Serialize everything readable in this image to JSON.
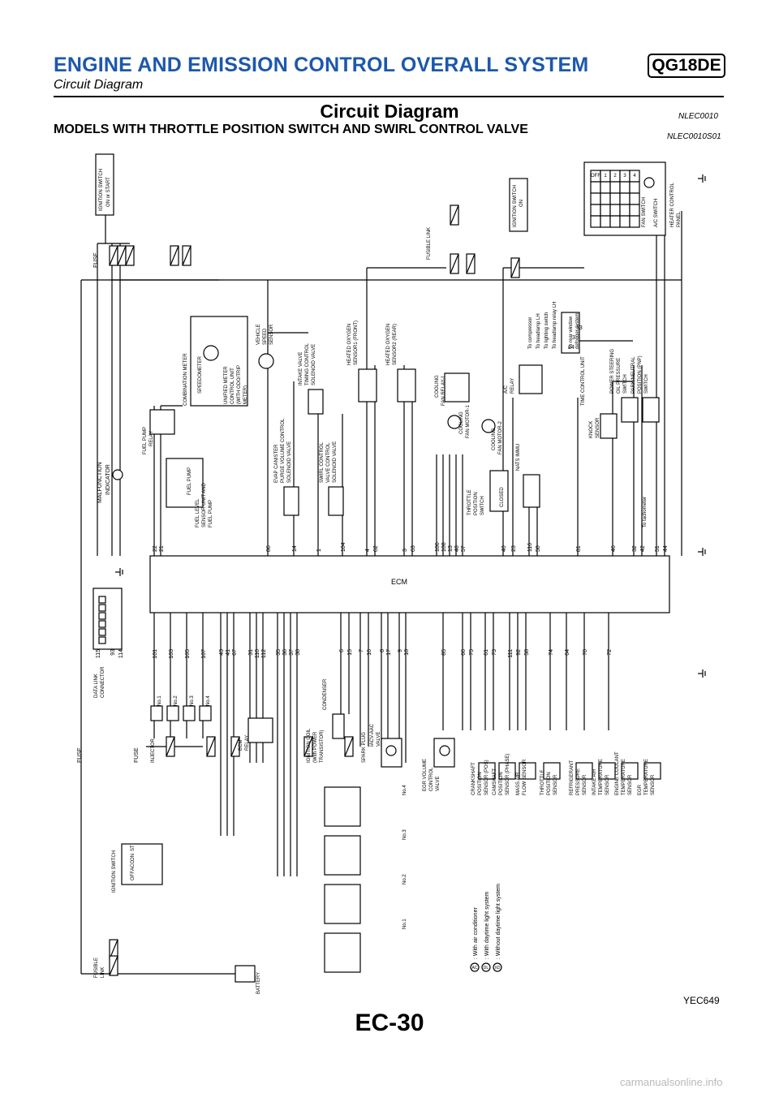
{
  "header": {
    "title": "ENGINE AND EMISSION CONTROL OVERALL SYSTEM",
    "engine_badge": "QG18DE",
    "subtitle": "Circuit Diagram"
  },
  "section": {
    "title": "Circuit Diagram",
    "code": "NLEC0010",
    "subsection_title": "MODELS WITH THROTTLE POSITION SWITCH AND SWIRL CONTROL VALVE",
    "subsection_code": "NLEC0010S01"
  },
  "diagram": {
    "figure_code": "YEC649",
    "ecm_label": "ECM",
    "right_labels": [
      "IGNITION SWITCH ON or START",
      "FUSE",
      "MALFUNCTION INDICATOR",
      "FUEL PUMP RELAY",
      "FUEL PUMP",
      "FUEL LEVEL SENSOR UNIT AND FUEL PUMP",
      "COMBINATION METER",
      "SPEEDOMETER",
      "UNIFIED METER CONTROL UNIT (WITH ODO/TRIP METER)",
      "VEHICLE SPEED SENSOR",
      "EVAP CANISTER PURGE VOLUME CONTROL SOLENOID VALVE",
      "INTAKE VALVE TIMING CONTROL SOLENOID VALVE",
      "SWIRL CONTROL VALVE CONTROL SOLENOID VALVE",
      "HEATED OXYGEN SENSOR 1 (FRONT)",
      "HEATED OXYGEN SENSOR 2 (REAR)",
      "FUSIBLE LINK",
      "COOLING FAN RELAY-1",
      "COOLING FAN MOTOR-1",
      "COOLING FAN MOTOR-2",
      "THROTTLE POSITION SWITCH",
      "CLOSED",
      "IGNITION SWITCH ON",
      "A/C RELAY",
      "NATS IMMU",
      "To compressor",
      "To headlamp LH",
      "To lighting switch",
      "To headlamp relay LH",
      "To rear window defogger system",
      "TIME CONTROL UNIT",
      "KNOCK SENSOR",
      "POWER STEERING OIL PRESSURE SWITCH",
      "PARK/NEUTRAL POSITION (PNP) SWITCH",
      "To tachometer",
      "FAN SWITCH",
      "A/C SWITCH",
      "HEATER CONTROL PANEL"
    ],
    "left_labels": [
      "DATA LINK CONNECTOR",
      "INJECTOR",
      "No.1",
      "No.2",
      "No.3",
      "No.4",
      "ECM RELAY",
      "CONDENSER",
      "IGNITION COIL (With POWER TRANSISTOR)",
      "SPARK PLUG",
      "IACV-AAC VALVE",
      "EGR VOLUME CONTROL VALVE",
      "CRANKSHAFT POSITION SENSOR (POS)",
      "CAMSHAFT POSITION SENSOR (PHASE)",
      "MASS AIR FLOW SENSOR",
      "THROTTLE POSITION SENSOR",
      "REFRIGERANT PRESSURE SENSOR",
      "INTAKE AIR TEMPERATURE SENSOR",
      "ENGINE COOLANT TEMPERATURE SENSOR",
      "EGR TEMPERATURE SENSOR",
      "IGNITION SWITCH",
      "FUSIBLE LINK",
      "BATTERY"
    ],
    "top_pins": [
      "22",
      "21",
      "86",
      "14",
      "1",
      "104",
      "4",
      "62",
      "3",
      "63",
      "106",
      "108",
      "13",
      "48",
      "57",
      "40",
      "23",
      "116",
      "50",
      "81",
      "46",
      "32",
      "42",
      "51",
      "44"
    ],
    "bottom_pins": [
      "115",
      "93",
      "114",
      "101",
      "103",
      "105",
      "107",
      "43",
      "41",
      "67",
      "31",
      "110",
      "112",
      "35",
      "36",
      "37",
      "38",
      "6",
      "15",
      "7",
      "16",
      "8",
      "17",
      "9",
      "18",
      "85",
      "66",
      "75",
      "61",
      "73",
      "111",
      "92",
      "58",
      "74",
      "64",
      "70",
      "72"
    ],
    "legend": [
      {
        "code": "AC",
        "text": ": With air conditioner"
      },
      {
        "code": "DL",
        "text": ": With daytime light system"
      },
      {
        "code": "XD",
        "text": ": Without daytime light system"
      }
    ],
    "ignition_switch_cols": [
      "OFF",
      "ACC",
      "ON",
      "ST"
    ],
    "fan_switch_cols": [
      "OFF",
      "1",
      "2",
      "3",
      "4"
    ],
    "time_control_pins": [
      "14",
      "3",
      "13"
    ]
  },
  "footer": {
    "page_number": "EC-30",
    "watermark": "carmanualsonline.info"
  }
}
